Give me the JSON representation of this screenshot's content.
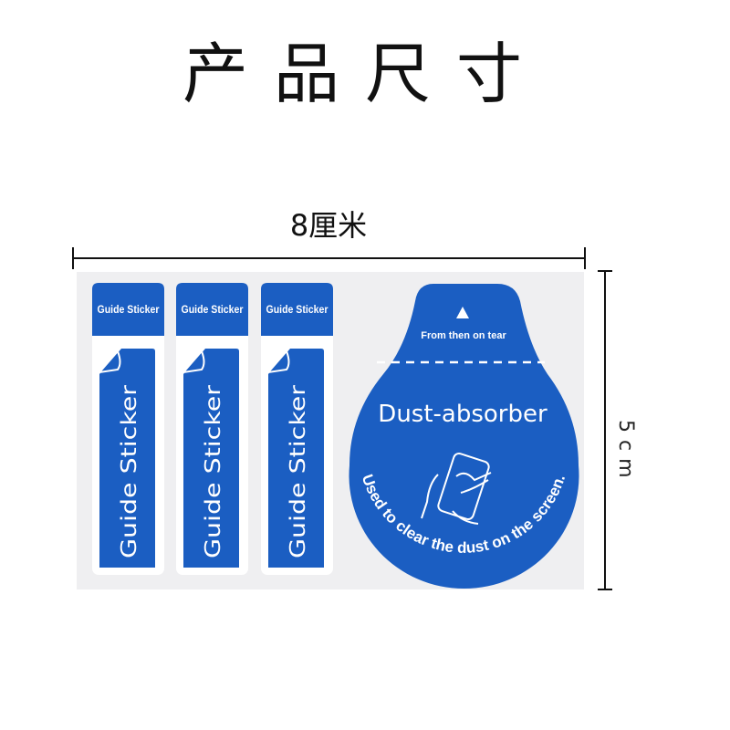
{
  "title": "产品尺寸",
  "width_label": "8厘米",
  "height_label": "5cm",
  "colors": {
    "sticker_blue": "#1b5ec2",
    "card_bg": "#efeff1"
  },
  "guide_stickers": [
    {
      "tab_label": "Guide Sticker",
      "body_label": "Guide Sticker"
    },
    {
      "tab_label": "Guide Sticker",
      "body_label": "Guide Sticker"
    },
    {
      "tab_label": "Guide Sticker",
      "body_label": "Guide Sticker"
    }
  ],
  "dust_absorber": {
    "tear_hint": "From then on tear",
    "title": "Dust-absorber",
    "caption": "Used to clear the dust on the screen.",
    "icons": [
      "arrow-up-icon",
      "hand-phone-icon"
    ]
  }
}
